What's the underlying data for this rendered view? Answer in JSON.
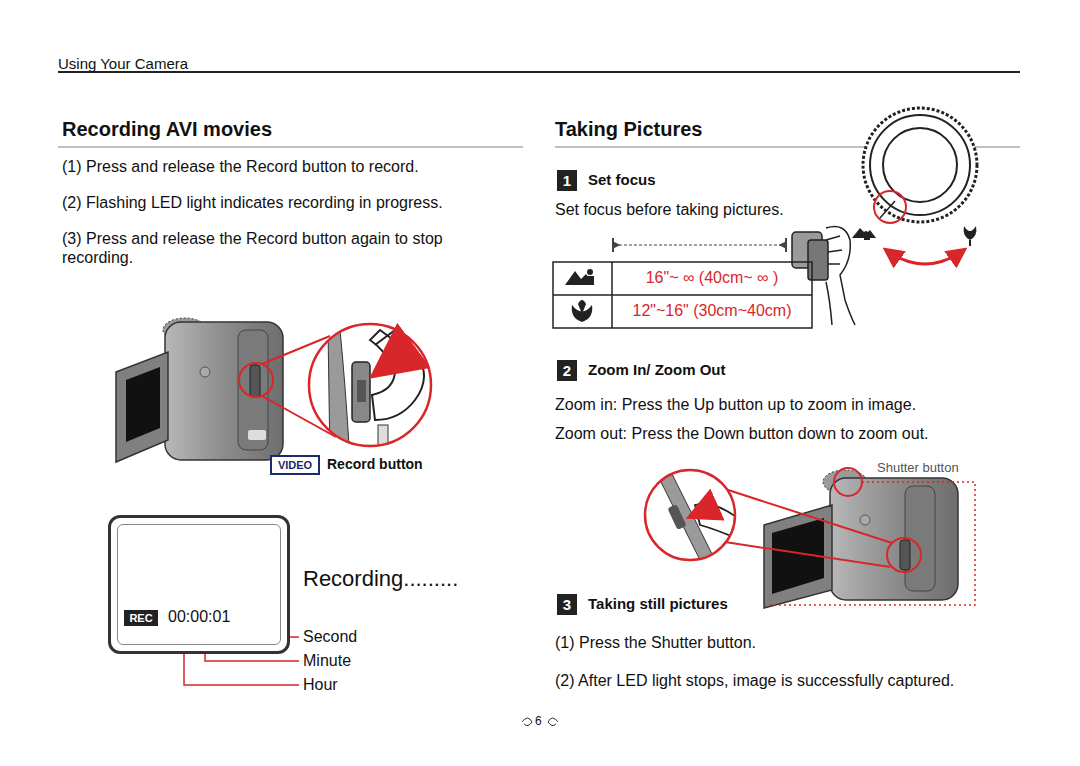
{
  "diagram": {
    "nodes": [
      {
        "text": [
          "1"
        ]
      },
      {
        "text": [
          "2"
        ]
      },
      {
        "text": [
          "3"
        ]
      },
      {
        "text": [
          "16\"~ ∞ (40cm~ ∞ )"
        ]
      },
      {
        "text": [
          "12\"~16\" (30cm~40cm)"
        ]
      },
      {
        "text": [
          "VIDEO"
        ]
      },
      {
        "text": [
          "00:00:01"
        ]
      },
      {
        "text": [
          "REC"
        ],
        "in": 6
      }
    ],
    "labels": [
      "Using Your Camera",
      "Recording AVI movies",
      "(1) Press and release the Record button to record.",
      "(2) Flashing LED light indicates recording in progress.",
      "(3) Press and release the Record button again to stop recording.",
      "Record button",
      "Recording.........",
      "Second",
      "Minute",
      "Hour",
      "Taking Pictures",
      "Set focus",
      "Set focus before taking pictures.",
      "Zoom In/ Zoom Out",
      "Zoom in: Press the Up button up to zoom in image.",
      "Zoom out: Press the Down button down to zoom out.",
      "Shutter button",
      "Taking still pictures",
      "(1) Press the Shutter button.",
      "(2) After LED light stops, image is successfully captured.",
      "6"
    ]
  }
}
